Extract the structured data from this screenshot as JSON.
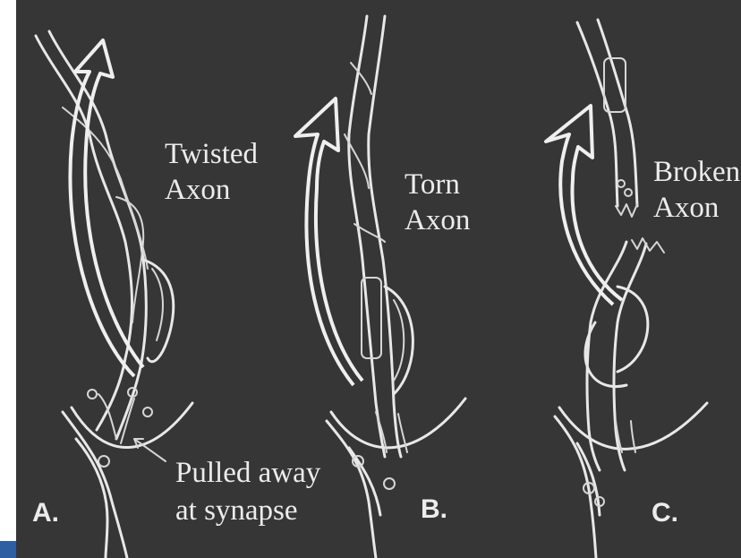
{
  "colors": {
    "board": "#363636",
    "chalk": "#ececec",
    "frame_left": "#ffffff",
    "corner_accent": "#2f5fa3"
  },
  "panels": [
    {
      "letter": "A.",
      "label_lines": [
        "Twisted",
        "Axon"
      ],
      "secondary_lines": [
        "Pulled away",
        "at synapse"
      ]
    },
    {
      "letter": "B.",
      "label_lines": [
        "Torn",
        "Axon"
      ]
    },
    {
      "letter": "C.",
      "label_lines": [
        "Broken",
        "Axon"
      ]
    }
  ]
}
